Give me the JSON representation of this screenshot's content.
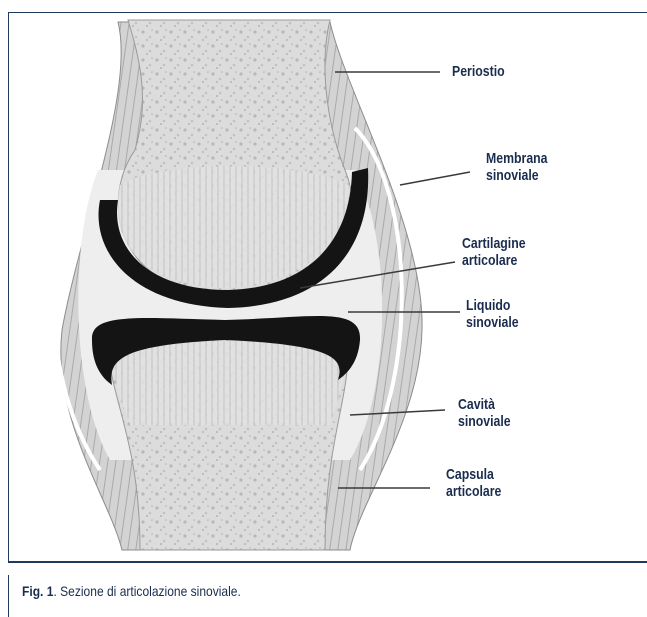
{
  "labels": {
    "periostio": "Periostio",
    "membrana": [
      "Membrana",
      "sinoviale"
    ],
    "cartilagine": [
      "Cartilagine",
      "articolare"
    ],
    "liquido": [
      "Liquido",
      "sinoviale"
    ],
    "cavita": [
      "Cavità",
      "sinoviale"
    ],
    "capsula": [
      "Capsula",
      "articolare"
    ]
  },
  "caption": {
    "fig_label": "Fig. 1",
    "text": ". Sezione di articolazione sinoviale."
  },
  "colors": {
    "text": "#1b2d4f",
    "frame": "#1f3a5f",
    "cartilage": "#141414",
    "bone": "#d9d9d9",
    "capsule": "#c8c8c8"
  }
}
